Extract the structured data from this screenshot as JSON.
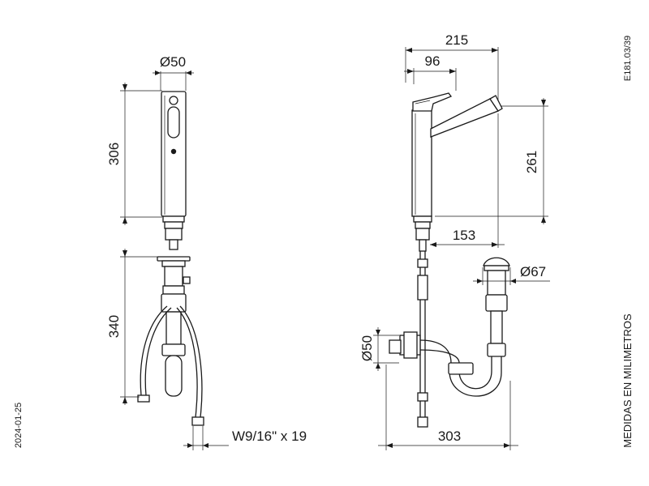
{
  "colors": {
    "line": "#1a1a1a",
    "background": "#ffffff"
  },
  "labels": {
    "body_diameter": "Ø50",
    "total_height": "306",
    "drain_height": "340",
    "hose_thread": "W9/16\" x 19",
    "overall_depth": "215",
    "handle_depth": "96",
    "spout_height": "261",
    "spout_reach": "153",
    "drain_cap_diameter": "Ø67",
    "trap_outlet_diameter": "Ø50",
    "trap_depth": "303",
    "units_note": "MEDIDAS EN MILIMETROS",
    "drawing_code": "E181.03/39",
    "date": "2024-01-25"
  }
}
